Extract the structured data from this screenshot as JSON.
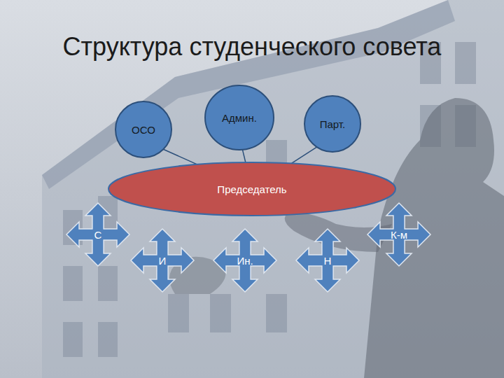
{
  "diagram": {
    "title": "Структура студенческого совета",
    "nodes": [
      {
        "text": [
          "ОСО"
        ]
      },
      {
        "text": [
          "Админ."
        ]
      },
      {
        "text": [
          "Парт."
        ]
      },
      {
        "text": [
          "Председатель"
        ]
      },
      {
        "text": [
          "С"
        ]
      },
      {
        "text": [
          "И"
        ]
      },
      {
        "text": [
          "Ин."
        ]
      },
      {
        "text": [
          "Н"
        ]
      },
      {
        "text": [
          "К-м"
        ]
      }
    ],
    "edges": [
      {
        "from": 0,
        "to": 3,
        "arrow": "none"
      },
      {
        "from": 1,
        "to": 3,
        "arrow": "none"
      },
      {
        "from": 2,
        "to": 3,
        "arrow": "none"
      }
    ]
  }
}
